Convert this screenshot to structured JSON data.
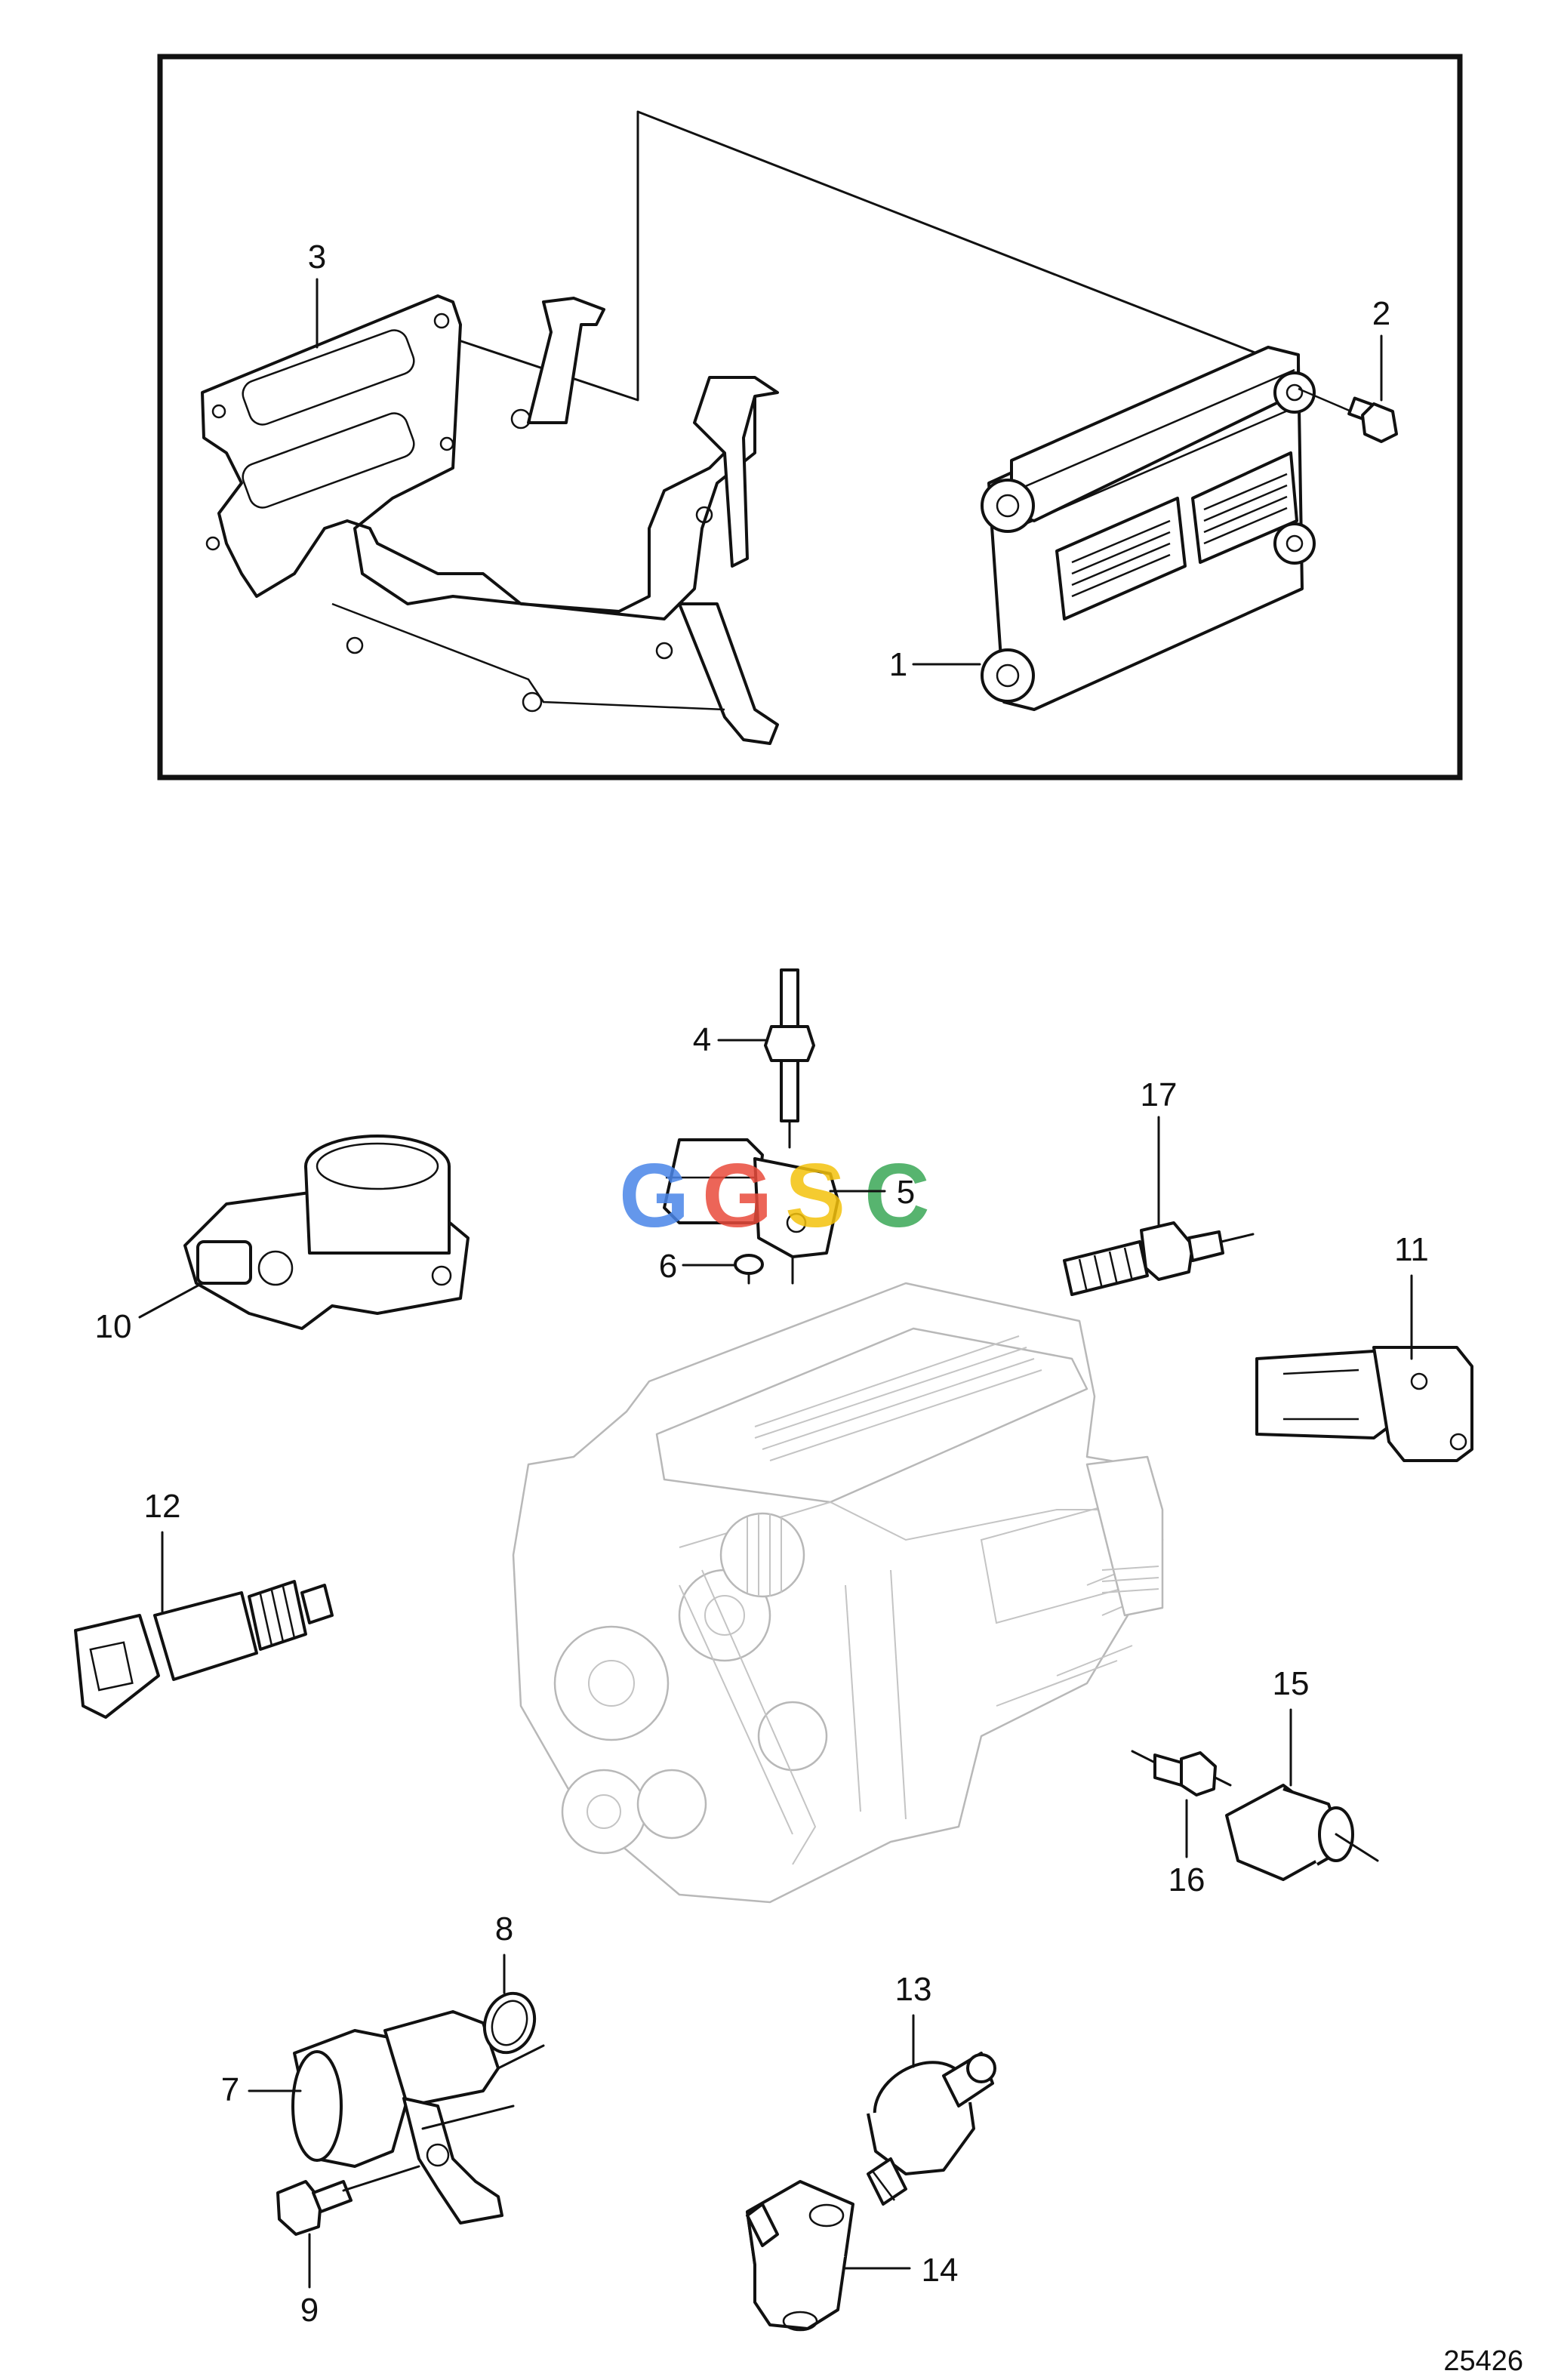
{
  "diagram": {
    "figure_number": "25426",
    "watermark": [
      "G",
      "G",
      "S",
      "C"
    ],
    "watermark_colors": [
      "#4a86e8",
      "#e94b3c",
      "#f4c20d",
      "#3aa757"
    ],
    "callouts": {
      "c1": "1",
      "c2": "2",
      "c3": "3",
      "c4": "4",
      "c5": "5",
      "c6": "6",
      "c7": "7",
      "c8": "8",
      "c9": "9",
      "c10": "10",
      "c11": "11",
      "c12": "12",
      "c13": "13",
      "c14": "14",
      "c15": "15",
      "c16": "16",
      "c17": "17"
    }
  }
}
